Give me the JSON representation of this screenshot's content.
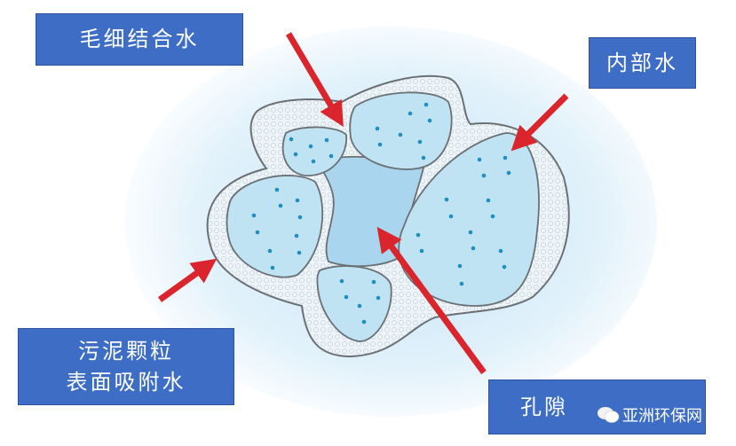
{
  "labels": {
    "capillary": "毛细结合水",
    "internal": "内部水",
    "surface_line1": "污泥颗粒",
    "surface_line2": "表面吸附水",
    "pore": "孔隙"
  },
  "watermark": "亚洲环保网",
  "colors": {
    "box": "#3d6dc5",
    "arrow": "#d9252b",
    "particle": "#bfe3f3",
    "dot": "#1e8fc0",
    "outline": "#6b7075"
  }
}
